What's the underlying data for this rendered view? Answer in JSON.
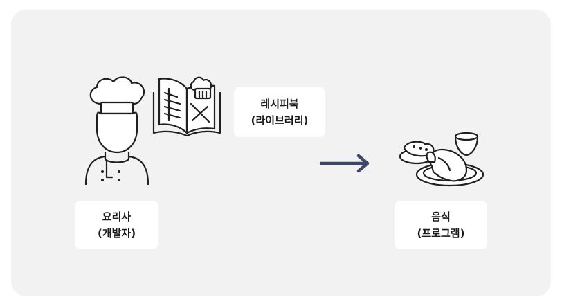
{
  "chef_label": {
    "line1": "요리사",
    "line2": "(개발자)"
  },
  "recipe_label": {
    "line1": "레시피북",
    "line2": "(라이브러리)"
  },
  "food_label": {
    "line1": "음식",
    "line2": "(프로그램)"
  },
  "icons": {
    "chef": "chef-icon",
    "recipe_book": "recipe-book-icon",
    "arrow": "arrow-right-icon",
    "food": "food-plate-icon"
  },
  "colors": {
    "panel": "#f2f2f2",
    "arrow": "#3c4668",
    "label_bg": "#ffffff"
  }
}
